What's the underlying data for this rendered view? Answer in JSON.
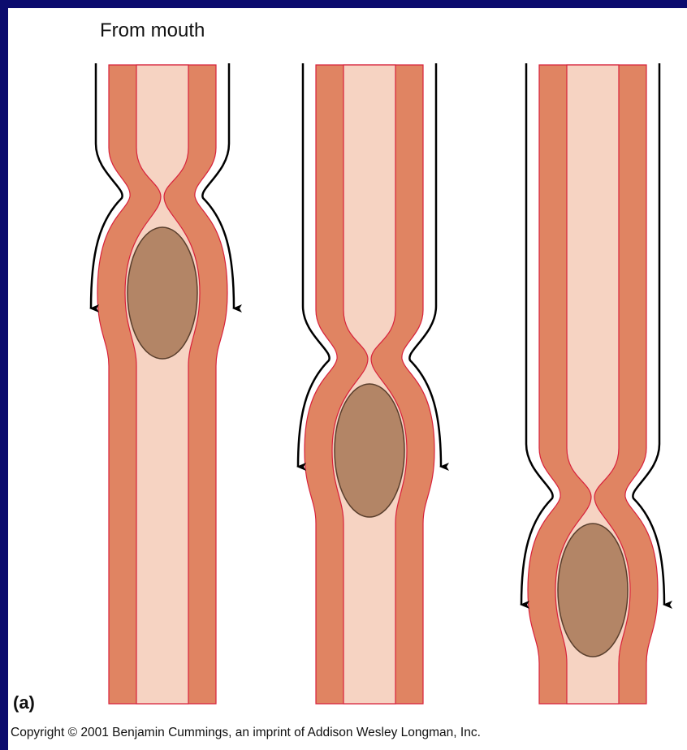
{
  "figure": {
    "top_label": "From mouth",
    "part_label": "(a)",
    "copyright": "Copyright © 2001 Benjamin Cummings, an imprint of Addison Wesley Longman, Inc.",
    "colors": {
      "border": "#0b0b6e",
      "muscle_wall": "#e08462",
      "muscle_edge": "#d8213b",
      "lumen": "#f6d3c2",
      "bolus": "#b38566",
      "bolus_edge": "#5a3f2d",
      "outline": "#000000"
    },
    "stages": [
      {
        "name": "stage-1"
      },
      {
        "name": "stage-2"
      },
      {
        "name": "stage-3"
      }
    ]
  }
}
